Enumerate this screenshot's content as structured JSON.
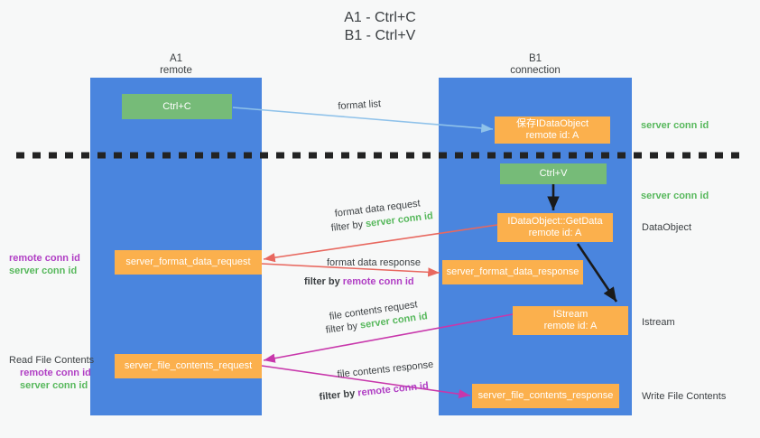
{
  "title": {
    "line1": "A1 - Ctrl+C",
    "line2": "B1 - Ctrl+V"
  },
  "lanes": [
    {
      "id": "a1",
      "name": "A1",
      "sub": "remote"
    },
    {
      "id": "b1",
      "name": "B1",
      "sub": "connection"
    }
  ],
  "boxes": {
    "ctrl_c": {
      "label": "Ctrl+C",
      "color": "#76bb78"
    },
    "ctrl_v": {
      "label": "Ctrl+V",
      "color": "#76bb78"
    },
    "save_dataobject_l1": "保存IDataObject",
    "save_dataobject_l2": "remote id: A",
    "getdata_l1": "IDataObject::GetData",
    "getdata_l2": "remote id: A",
    "istream_l1": "IStream",
    "istream_l2": "remote id: A",
    "fmt_req": "server_format_data_request",
    "fmt_resp": "server_format_data_response",
    "file_req": "server_file_contents_request",
    "file_resp": "server_file_contents_response"
  },
  "edge_labels": {
    "format_list": "format list",
    "fmt_data_request": "format data request",
    "fmt_data_request_filter_pre": "filter by ",
    "fmt_data_request_filter_key": "server conn id",
    "fmt_data_response": "format data response",
    "fmt_data_response_filter_pre": "filter by ",
    "fmt_data_response_filter_key": "remote conn id",
    "file_contents_request": "file contents request",
    "file_contents_request_filter_pre": "filter by ",
    "file_contents_request_filter_key": "server conn id",
    "file_contents_response": "file contents response",
    "file_contents_response_filter_pre": "filter by ",
    "file_contents_response_filter_key": "remote conn id"
  },
  "left_notes": {
    "fmt_remote": "remote conn id",
    "fmt_server": "server conn id",
    "read_file_contents": "Read File Contents",
    "file_remote": "remote conn id",
    "file_server": "server conn id"
  },
  "right_notes": {
    "server_conn_1": "server conn id",
    "server_conn_2": "server conn id",
    "dataobject": "DataObject",
    "istream": "Istream",
    "write_file_contents": "Write File Contents"
  },
  "colors": {
    "lane_blue": "#4a85de",
    "box_orange": "#fbb04d",
    "box_green": "#76bb78",
    "accent_green_text": "#57b85c",
    "accent_purple_text": "#b03ec4",
    "arrow_lightblue": "#8fc2ea",
    "arrow_red": "#e8685f",
    "arrow_magenta": "#c837ab",
    "arrow_black": "#1a1a1a",
    "background": "#f7f8f8"
  }
}
